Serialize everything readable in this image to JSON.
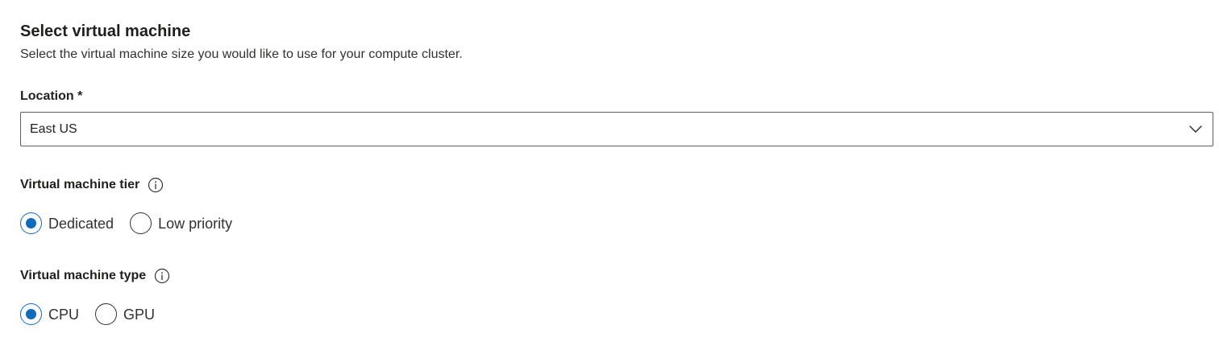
{
  "section": {
    "title": "Select virtual machine",
    "description": "Select the virtual machine size you would like to use for your compute cluster."
  },
  "location": {
    "label": "Location *",
    "selected_value": "East US",
    "icon": "chevron-down-icon"
  },
  "tier": {
    "label": "Virtual machine tier",
    "info_icon": "info-icon",
    "options": [
      {
        "label": "Dedicated",
        "checked": true
      },
      {
        "label": "Low priority",
        "checked": false
      }
    ]
  },
  "type": {
    "label": "Virtual machine type",
    "info_icon": "info-icon",
    "options": [
      {
        "label": "CPU",
        "checked": true
      },
      {
        "label": "GPU",
        "checked": false
      }
    ]
  },
  "colors": {
    "accent": "#0f6cbd",
    "text": "#201f1e",
    "border": "#605e5c"
  }
}
